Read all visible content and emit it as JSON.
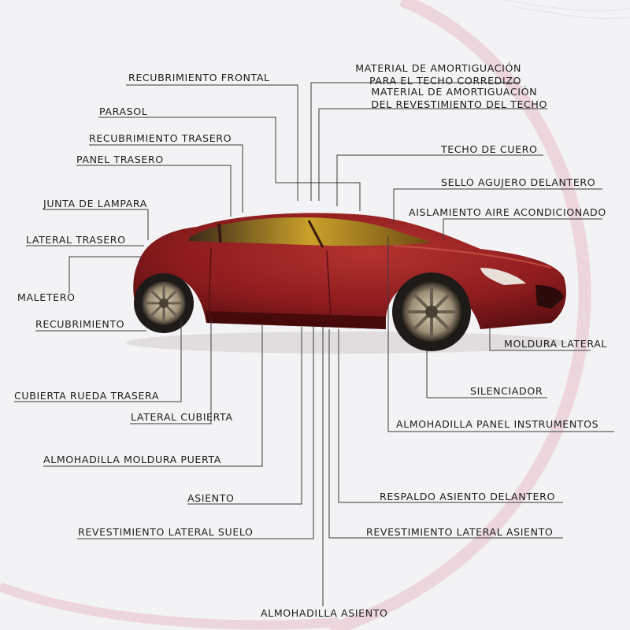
{
  "labels": {
    "recubrimiento_frontal": "RECUBRIMIENTO FRONTAL",
    "parasol": "PARASOL",
    "recubrimiento_trasero": "RECUBRIMIENTO TRASERO",
    "panel_trasero": "PANEL TRASERO",
    "junta_lampara": "JUNTA DE LAMPARA",
    "lateral_trasero": "LATERAL TRASERO",
    "maletero": "MALETERO",
    "recubrimiento": "RECUBRIMIENTO",
    "cubierta_rueda_trasera": "CUBIERTA RUEDA TRASERA",
    "lateral_cubierta": "LATERAL CUBIERTA",
    "almohadilla_moldura_puerta": "ALMOHADILLA MOLDURA PUERTA",
    "asiento": "ASIENTO",
    "revestimiento_lateral_suelo": "REVESTIMIENTO LATERAL SUELO",
    "almohadilla_asiento": "ALMOHADILLA ASIENTO",
    "material_techo_corredizo_1": "MATERIAL DE AMORTIGUACIÓN",
    "material_techo_corredizo_2": "PARA EL TECHO CORREDIZO",
    "material_revestimiento_1": "MATERIAL DE AMORTIGUACIÓN",
    "material_revestimiento_2": "DEL REVESTIMIENTO DEL TECHO",
    "techo_cuero": "TECHO DE CUERO",
    "sello_agujero": "SELLO AGUJERO DELANTERO",
    "aislamiento_aire": "AISLAMIENTO AIRE ACONDICIONADO",
    "moldura_lateral": "MOLDURA LATERAL",
    "silenciador": "SILENCIADOR",
    "almohadilla_panel": "ALMOHADILLA PANEL INSTRUMENTOS",
    "respaldo_asiento": "RESPALDO ASIENTO DELANTERO",
    "revestimiento_lateral_asiento": "REVESTIMIENTO LATERAL ASIENTO"
  },
  "colors": {
    "background": "#f3f2f4",
    "swirl": "#e8c9d2",
    "car_body": "#8e1c1e",
    "car_dark": "#4a0b0d",
    "glass": "#caa12a",
    "line": "#3a3a3a"
  }
}
